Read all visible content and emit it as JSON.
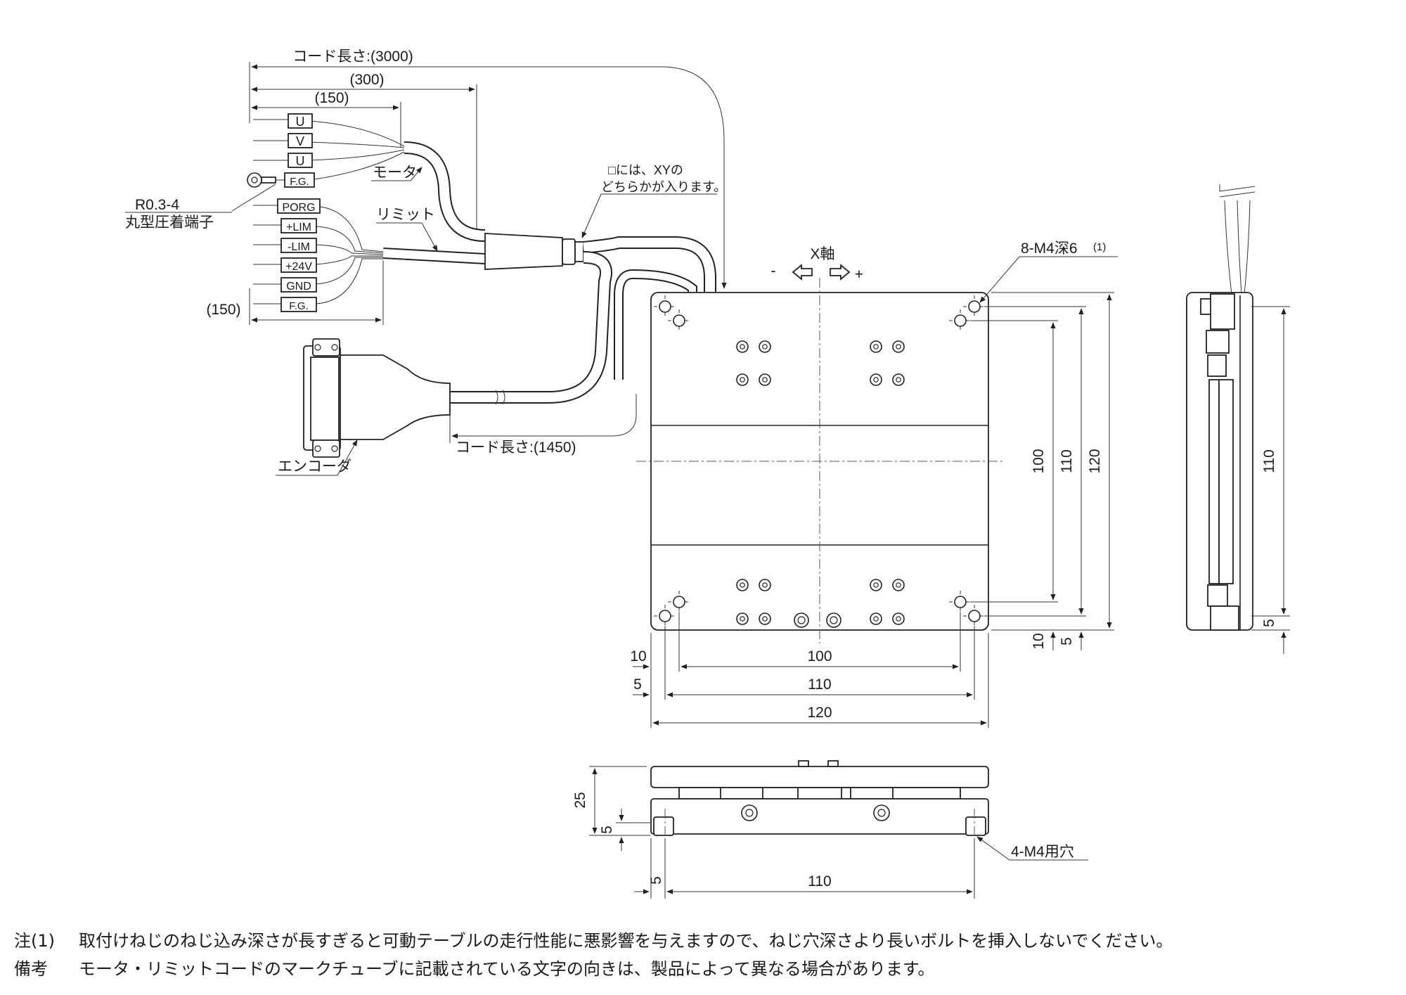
{
  "cables": {
    "cord_total": "コード長さ:(3000)",
    "cord_300": "(300)",
    "cord_150_top": "(150)",
    "cord_150_left": "(150)",
    "cord_encoder": "コード長さ:(1450)",
    "xy_note_line1": "□には、XYの",
    "xy_note_line2": "どちらかが入ります。",
    "motor_label": "モータ",
    "limit_label": "リミット",
    "encoder_label": "エンコーダ",
    "terminal_line1": "R0.3-4",
    "terminal_line2": "丸型圧着端子",
    "motor_wires": [
      "U",
      "V",
      "U",
      "F.G."
    ],
    "limit_wires": [
      "PORG",
      "+LIM",
      "-LIM",
      "+24V",
      "GND",
      "F.G."
    ]
  },
  "axis": {
    "label": "X軸",
    "minus": "-",
    "plus": "+"
  },
  "callouts": {
    "top_holes": "8-M4深6",
    "top_holes_note": "(1)",
    "bottom_holes": "4-M4用穴"
  },
  "dims_top_view": {
    "h_100": "100",
    "h_110": "110",
    "h_120": "120",
    "h_10": "10",
    "h_5": "5",
    "v_100": "100",
    "v_110": "110",
    "v_120": "120",
    "v_10": "10",
    "v_5": "5"
  },
  "dims_side_view": {
    "v_110": "110",
    "v_5": "5"
  },
  "dims_front_view": {
    "h_25": "25",
    "h_5": "5",
    "w_5": "5",
    "w_110": "110"
  },
  "notes": [
    {
      "key": "注(1)",
      "text": "取付けねじのねじ込み深さが長すぎると可動テーブルの走行性能に悪影響を与えますので、ねじ穴深さより長いボルトを挿入しないでください。"
    },
    {
      "key": "備考",
      "text": "モータ・リミットコードのマークチューブに記載されている文字の向きは、製品によって異なる場合があります。"
    }
  ]
}
